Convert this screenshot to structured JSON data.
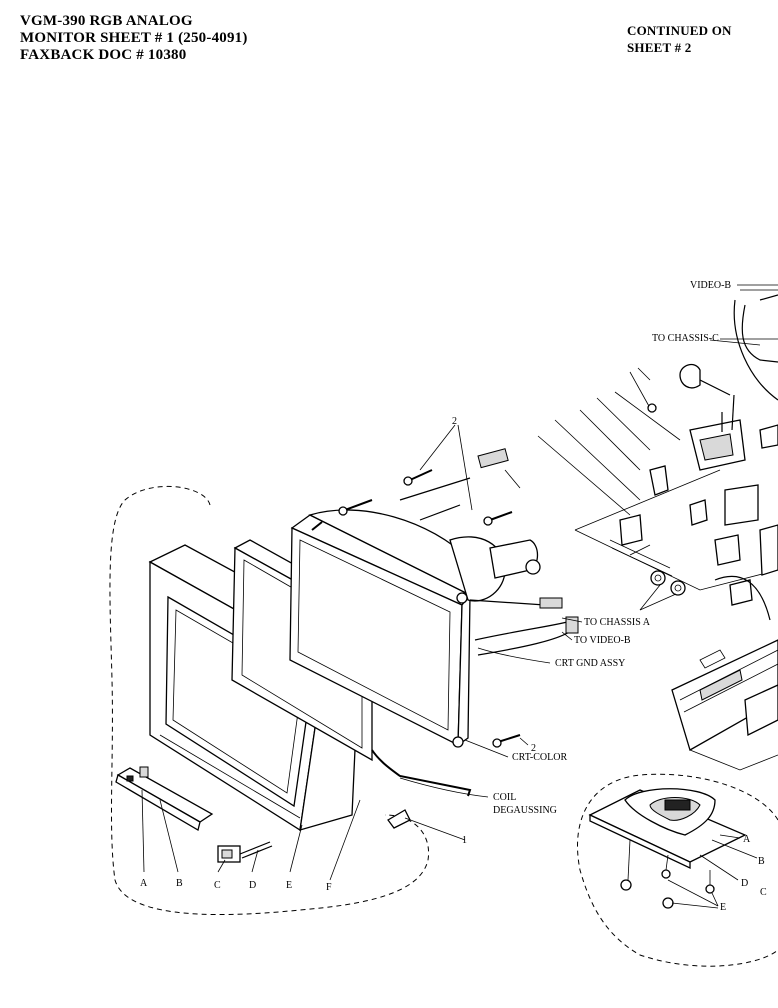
{
  "header": {
    "title_line1": "VGM-390 RGB ANALOG",
    "title_line2": "MONITOR SHEET # 1  (250-4091)",
    "title_line3": "FAXBACK DOC # 10380",
    "continued_line1": "CONTINUED ON",
    "continued_line2": "SHEET # 2"
  },
  "callouts": {
    "video_b_top": "VIDEO-B",
    "to_chassis_c": "TO CHASSIS-C",
    "to_chassis_a": "TO CHASSIS A",
    "to_video_b": "TO VIDEO-B",
    "crt_gnd_assy": "CRT GND ASSY",
    "crt_color": "CRT-COLOR",
    "coil_line1": "COIL",
    "coil_line2": "DEGAUSSING",
    "num_1": "1",
    "num_2_top": "2",
    "num_2_mid": "2"
  },
  "part_letters": {
    "left": [
      "A",
      "B",
      "C",
      "D",
      "E",
      "F"
    ],
    "right": [
      "A",
      "B",
      "C",
      "D",
      "E"
    ]
  }
}
